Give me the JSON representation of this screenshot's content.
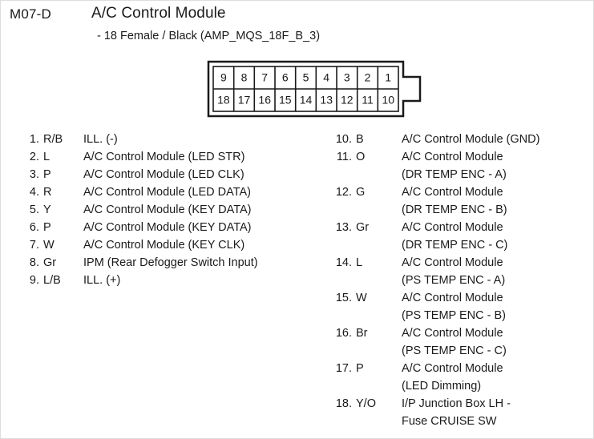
{
  "header": {
    "connector_code": "M07-D",
    "title": "A/C Control Module",
    "subtitle": "- 18 Female / Black (AMP_MQS_18F_B_3)"
  },
  "connector": {
    "top_row": [
      "9",
      "8",
      "7",
      "6",
      "5",
      "4",
      "3",
      "2",
      "1"
    ],
    "bottom_row": [
      "18",
      "17",
      "16",
      "15",
      "14",
      "13",
      "12",
      "11",
      "10"
    ],
    "outline_color": "#1a1a1a"
  },
  "pins_left": [
    {
      "index": "1.",
      "color": "R/B",
      "desc": "ILL. (-)"
    },
    {
      "index": "2.",
      "color": "L",
      "desc": "A/C Control Module (LED STR)"
    },
    {
      "index": "3.",
      "color": "P",
      "desc": "A/C Control Module (LED CLK)"
    },
    {
      "index": "4.",
      "color": "R",
      "desc": "A/C Control Module (LED DATA)"
    },
    {
      "index": "5.",
      "color": "Y",
      "desc": "A/C Control Module (KEY DATA)"
    },
    {
      "index": "6.",
      "color": "P",
      "desc": "A/C Control Module (KEY DATA)"
    },
    {
      "index": "7.",
      "color": "W",
      "desc": "A/C Control Module (KEY CLK)"
    },
    {
      "index": "8.",
      "color": "Gr",
      "desc": "IPM (Rear Defogger Switch Input)"
    },
    {
      "index": "9.",
      "color": "L/B",
      "desc": "ILL. (+)"
    }
  ],
  "pins_right": [
    {
      "index": "10.",
      "color": "B",
      "desc": "A/C Control Module (GND)"
    },
    {
      "index": "11.",
      "color": "O",
      "desc": "A/C Control Module\n(DR TEMP ENC - A)"
    },
    {
      "index": "12.",
      "color": "G",
      "desc": "A/C Control Module\n(DR TEMP ENC - B)"
    },
    {
      "index": "13.",
      "color": "Gr",
      "desc": "A/C Control Module\n(DR TEMP ENC - C)"
    },
    {
      "index": "14.",
      "color": "L",
      "desc": "A/C Control Module\n(PS TEMP ENC - A)"
    },
    {
      "index": "15.",
      "color": "W",
      "desc": "A/C Control Module\n(PS TEMP ENC - B)"
    },
    {
      "index": "16.",
      "color": "Br",
      "desc": "A/C Control Module\n(PS TEMP ENC - C)"
    },
    {
      "index": "17.",
      "color": "P",
      "desc": "A/C Control Module\n(LED Dimming)"
    },
    {
      "index": "18.",
      "color": "Y/O",
      "desc": "I/P Junction Box LH -\nFuse CRUISE SW"
    }
  ]
}
